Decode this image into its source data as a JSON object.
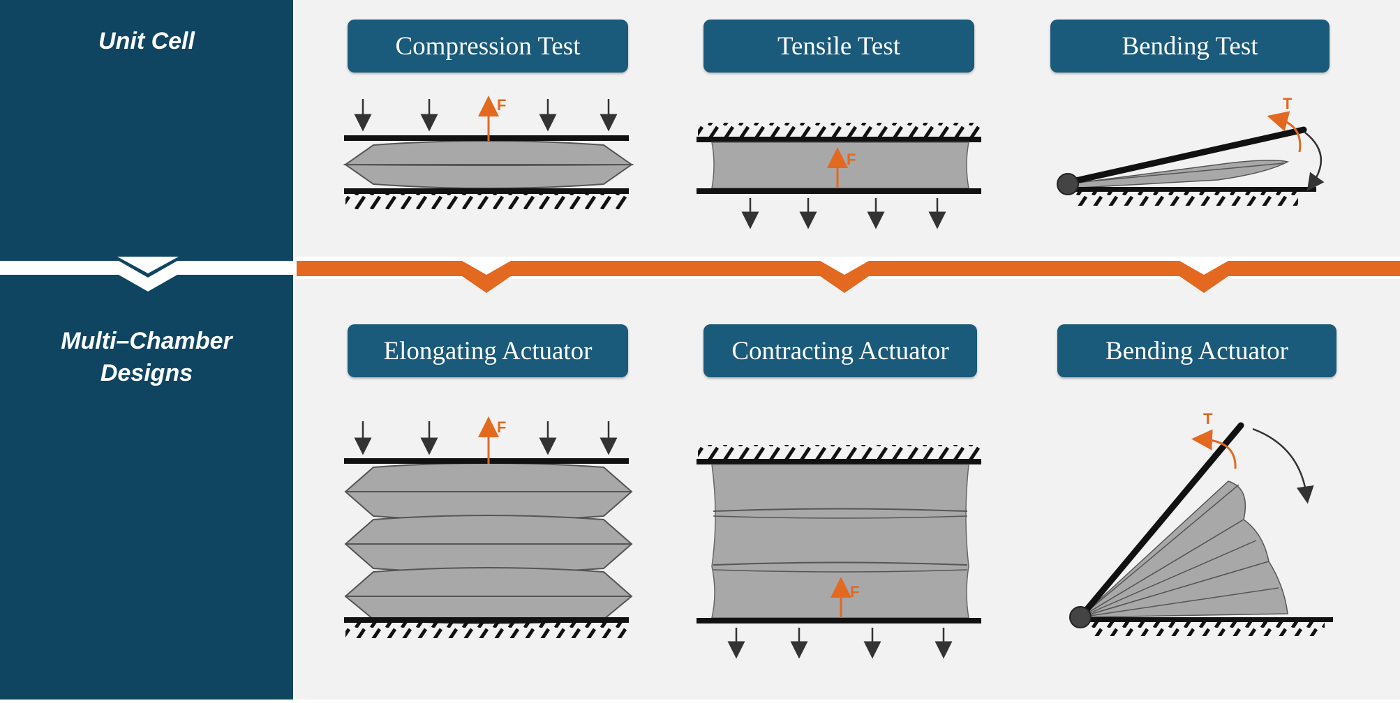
{
  "rows": [
    {
      "label": "Unit Cell"
    },
    {
      "label": "Multi–Chamber\nDesigns"
    }
  ],
  "panels": {
    "compression_test": {
      "title": "Compression Test",
      "force_label": "F"
    },
    "tensile_test": {
      "title": "Tensile Test",
      "force_label": "F"
    },
    "bending_test": {
      "title": "Bending Test",
      "torque_label": "T"
    },
    "elongating_actuator": {
      "title": "Elongating Actuator",
      "force_label": "F"
    },
    "contracting_actuator": {
      "title": "Contracting Actuator",
      "force_label": "F"
    },
    "bending_actuator": {
      "title": "Bending Actuator",
      "torque_label": "T"
    }
  },
  "colors": {
    "navy": "#0f4560",
    "title_box": "#1a5a7a",
    "orange": "#e2691f",
    "chamber_fill": "#a8a8a8",
    "background": "#f2f2f2"
  }
}
